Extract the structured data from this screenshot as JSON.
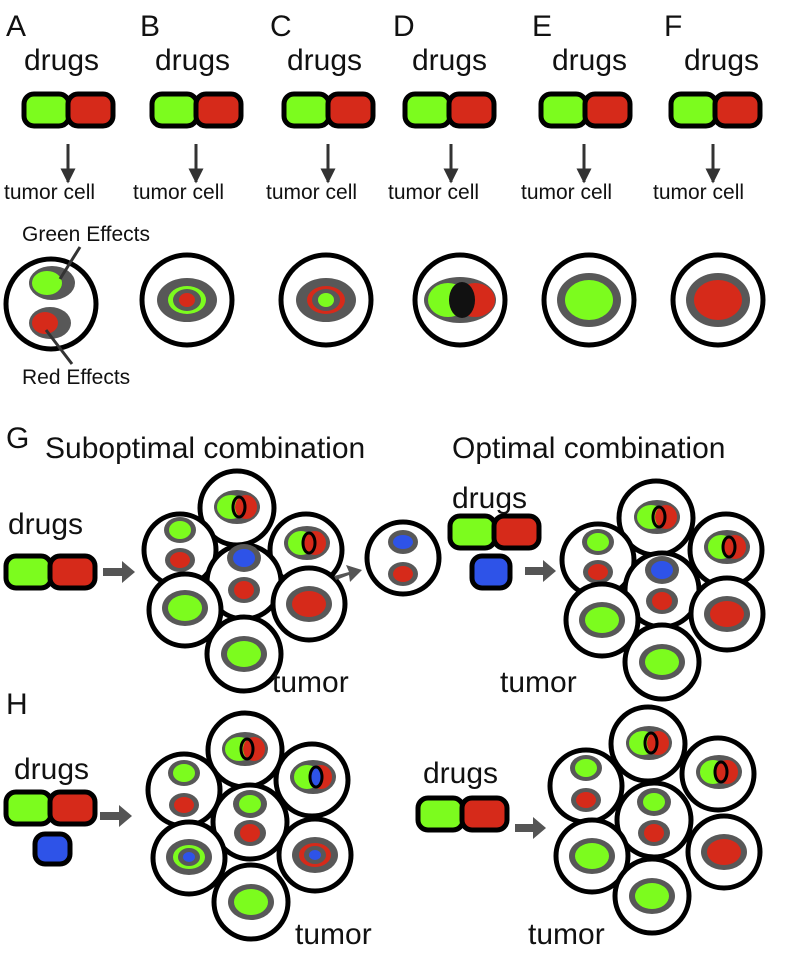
{
  "panels": {
    "A": {
      "letter": "A",
      "drugs": "drugs",
      "target": "tumor cell"
    },
    "B": {
      "letter": "B",
      "drugs": "drugs",
      "target": "tumor cell"
    },
    "C": {
      "letter": "C",
      "drugs": "drugs",
      "target": "tumor cell"
    },
    "D": {
      "letter": "D",
      "drugs": "drugs",
      "target": "tumor cell"
    },
    "E": {
      "letter": "E",
      "drugs": "drugs",
      "target": "tumor cell"
    },
    "F": {
      "letter": "F",
      "drugs": "drugs",
      "target": "tumor cell"
    },
    "G": {
      "letter": "G",
      "title_left": "Suboptimal combination",
      "title_right": "Optimal combination",
      "drugs_left": "drugs",
      "drugs_right": "drugs",
      "tumor_left": "tumor",
      "tumor_right": "tumor"
    },
    "H": {
      "letter": "H",
      "drugs_left": "drugs",
      "drugs_right": "drugs",
      "tumor_left": "tumor",
      "tumor_right": "tumor"
    }
  },
  "labels": {
    "green_effects": "Green Effects",
    "red_effects": "Red Effects"
  },
  "colors": {
    "green": "#7CFC1E",
    "red": "#D62A1A",
    "blue": "#2E53E8",
    "halo": "#585858",
    "outline": "#000000"
  }
}
